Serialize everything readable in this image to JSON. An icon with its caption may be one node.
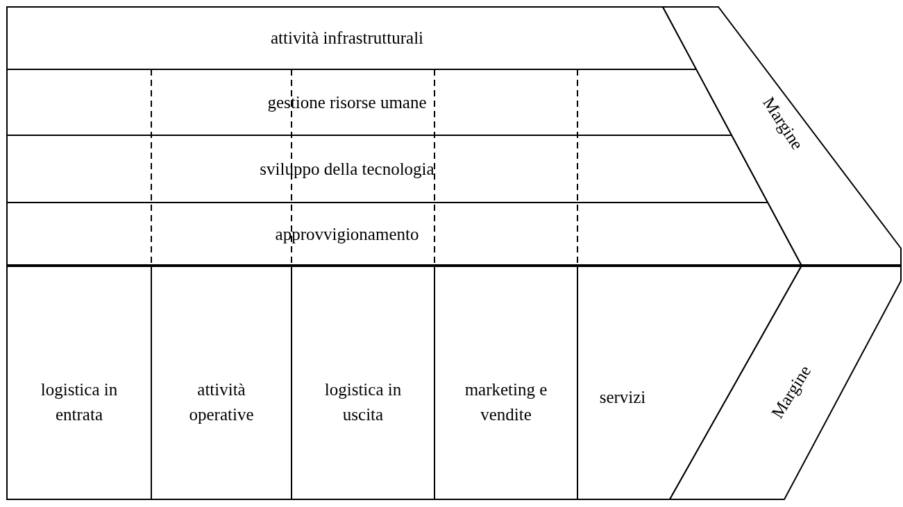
{
  "diagram": {
    "nodes": [
      {
        "text": [
          "attività infrastrutturali"
        ]
      },
      {
        "text": [
          "gestione risorse umane"
        ]
      },
      {
        "text": [
          "sviluppo della tecnologia"
        ]
      },
      {
        "text": [
          "approvvigionamento"
        ]
      },
      {
        "text": [
          "Margine"
        ]
      },
      {
        "text": [
          "logistica in entrata"
        ]
      },
      {
        "text": [
          "attività operative"
        ]
      },
      {
        "text": [
          "logistica in uscita"
        ]
      },
      {
        "text": [
          "marketing e vendite"
        ]
      },
      {
        "text": [
          "servizi"
        ]
      },
      {
        "text": [
          "Margine"
        ]
      }
    ]
  }
}
